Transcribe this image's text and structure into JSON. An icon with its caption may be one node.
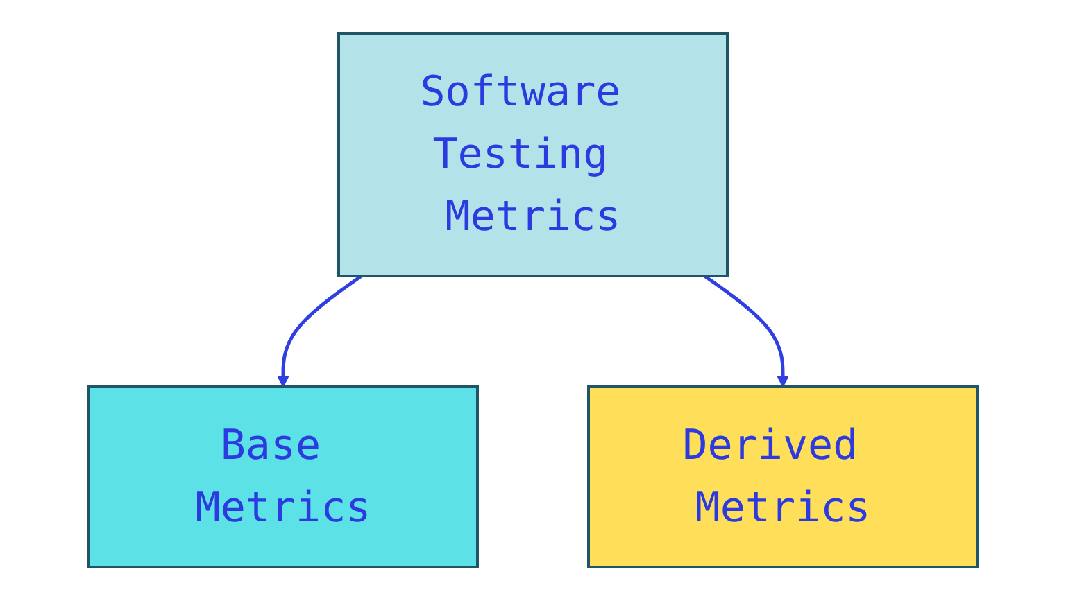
{
  "diagram": {
    "nodes": [
      {
        "text": [
          "Software Testing Metrics"
        ]
      },
      {
        "text": [
          "Base Metrics"
        ]
      },
      {
        "text": [
          "Derived Metrics"
        ]
      }
    ],
    "edges": [
      {
        "from": 0,
        "to": 1,
        "arrow": "to"
      },
      {
        "from": 0,
        "to": 2,
        "arrow": "to"
      }
    ]
  }
}
